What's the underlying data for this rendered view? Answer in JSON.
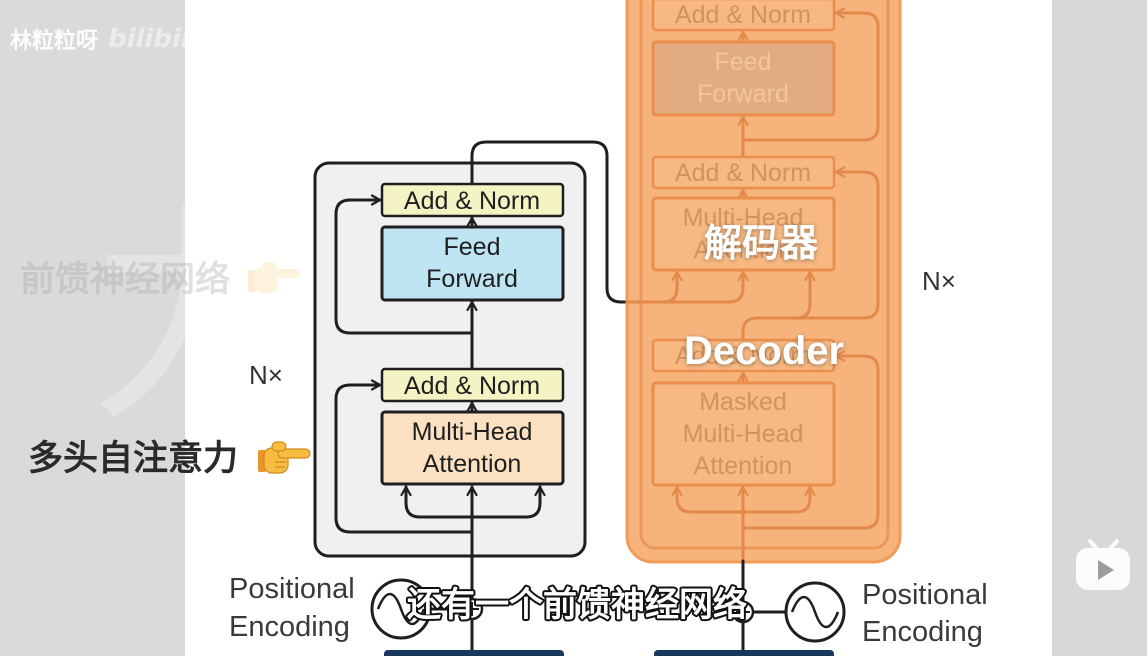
{
  "watermark": {
    "author": "林粒粒呀",
    "logo": "bilibili"
  },
  "ghost": {
    "label": "前馈神经网络",
    "glyph": "力",
    "icon": "pointing-hand-icon"
  },
  "callout": {
    "text": "多头自注意力",
    "icon": "pointing-hand-icon"
  },
  "encoder": {
    "repeat": "N×",
    "add_norm_top": "Add & Norm",
    "feed_forward": [
      "Feed",
      "Forward"
    ],
    "add_norm_bottom": "Add & Norm",
    "multi_head": [
      "Multi-Head",
      "Attention"
    ]
  },
  "decoder": {
    "repeat": "N×",
    "add_norm_1": "Add & Norm",
    "feed_forward": [
      "Feed",
      "Forward"
    ],
    "add_norm_2": "Add & Norm",
    "multi_head": [
      "Multi-Head",
      "Attention"
    ],
    "add_norm_3": "Add & Norm",
    "masked": [
      "Masked",
      "Multi-Head",
      "Attention"
    ],
    "overlay_zh": "解码器",
    "overlay_en": "Decoder"
  },
  "positional_left": [
    "Positional",
    "Encoding"
  ],
  "positional_right": [
    "Positional",
    "Encoding"
  ],
  "subtitle": "还有一个前馈神经网络",
  "icons": {
    "callout": "pointing-hand-icon",
    "player": "play-icon",
    "encoding": "sine-wave-icon",
    "sum": "plus-circle-icon"
  },
  "colors": {
    "encoder_frame": "#f0f0f0",
    "add_norm": "#f4f3c3",
    "feed_forward": "#bfe5f3",
    "multi_head": "#fbe0c2",
    "decoder_overlay": "#f6b37b",
    "decoder_box": "#f7b882",
    "decoder_feed_forward": "#e2ab80",
    "embedding": "#17375f"
  }
}
